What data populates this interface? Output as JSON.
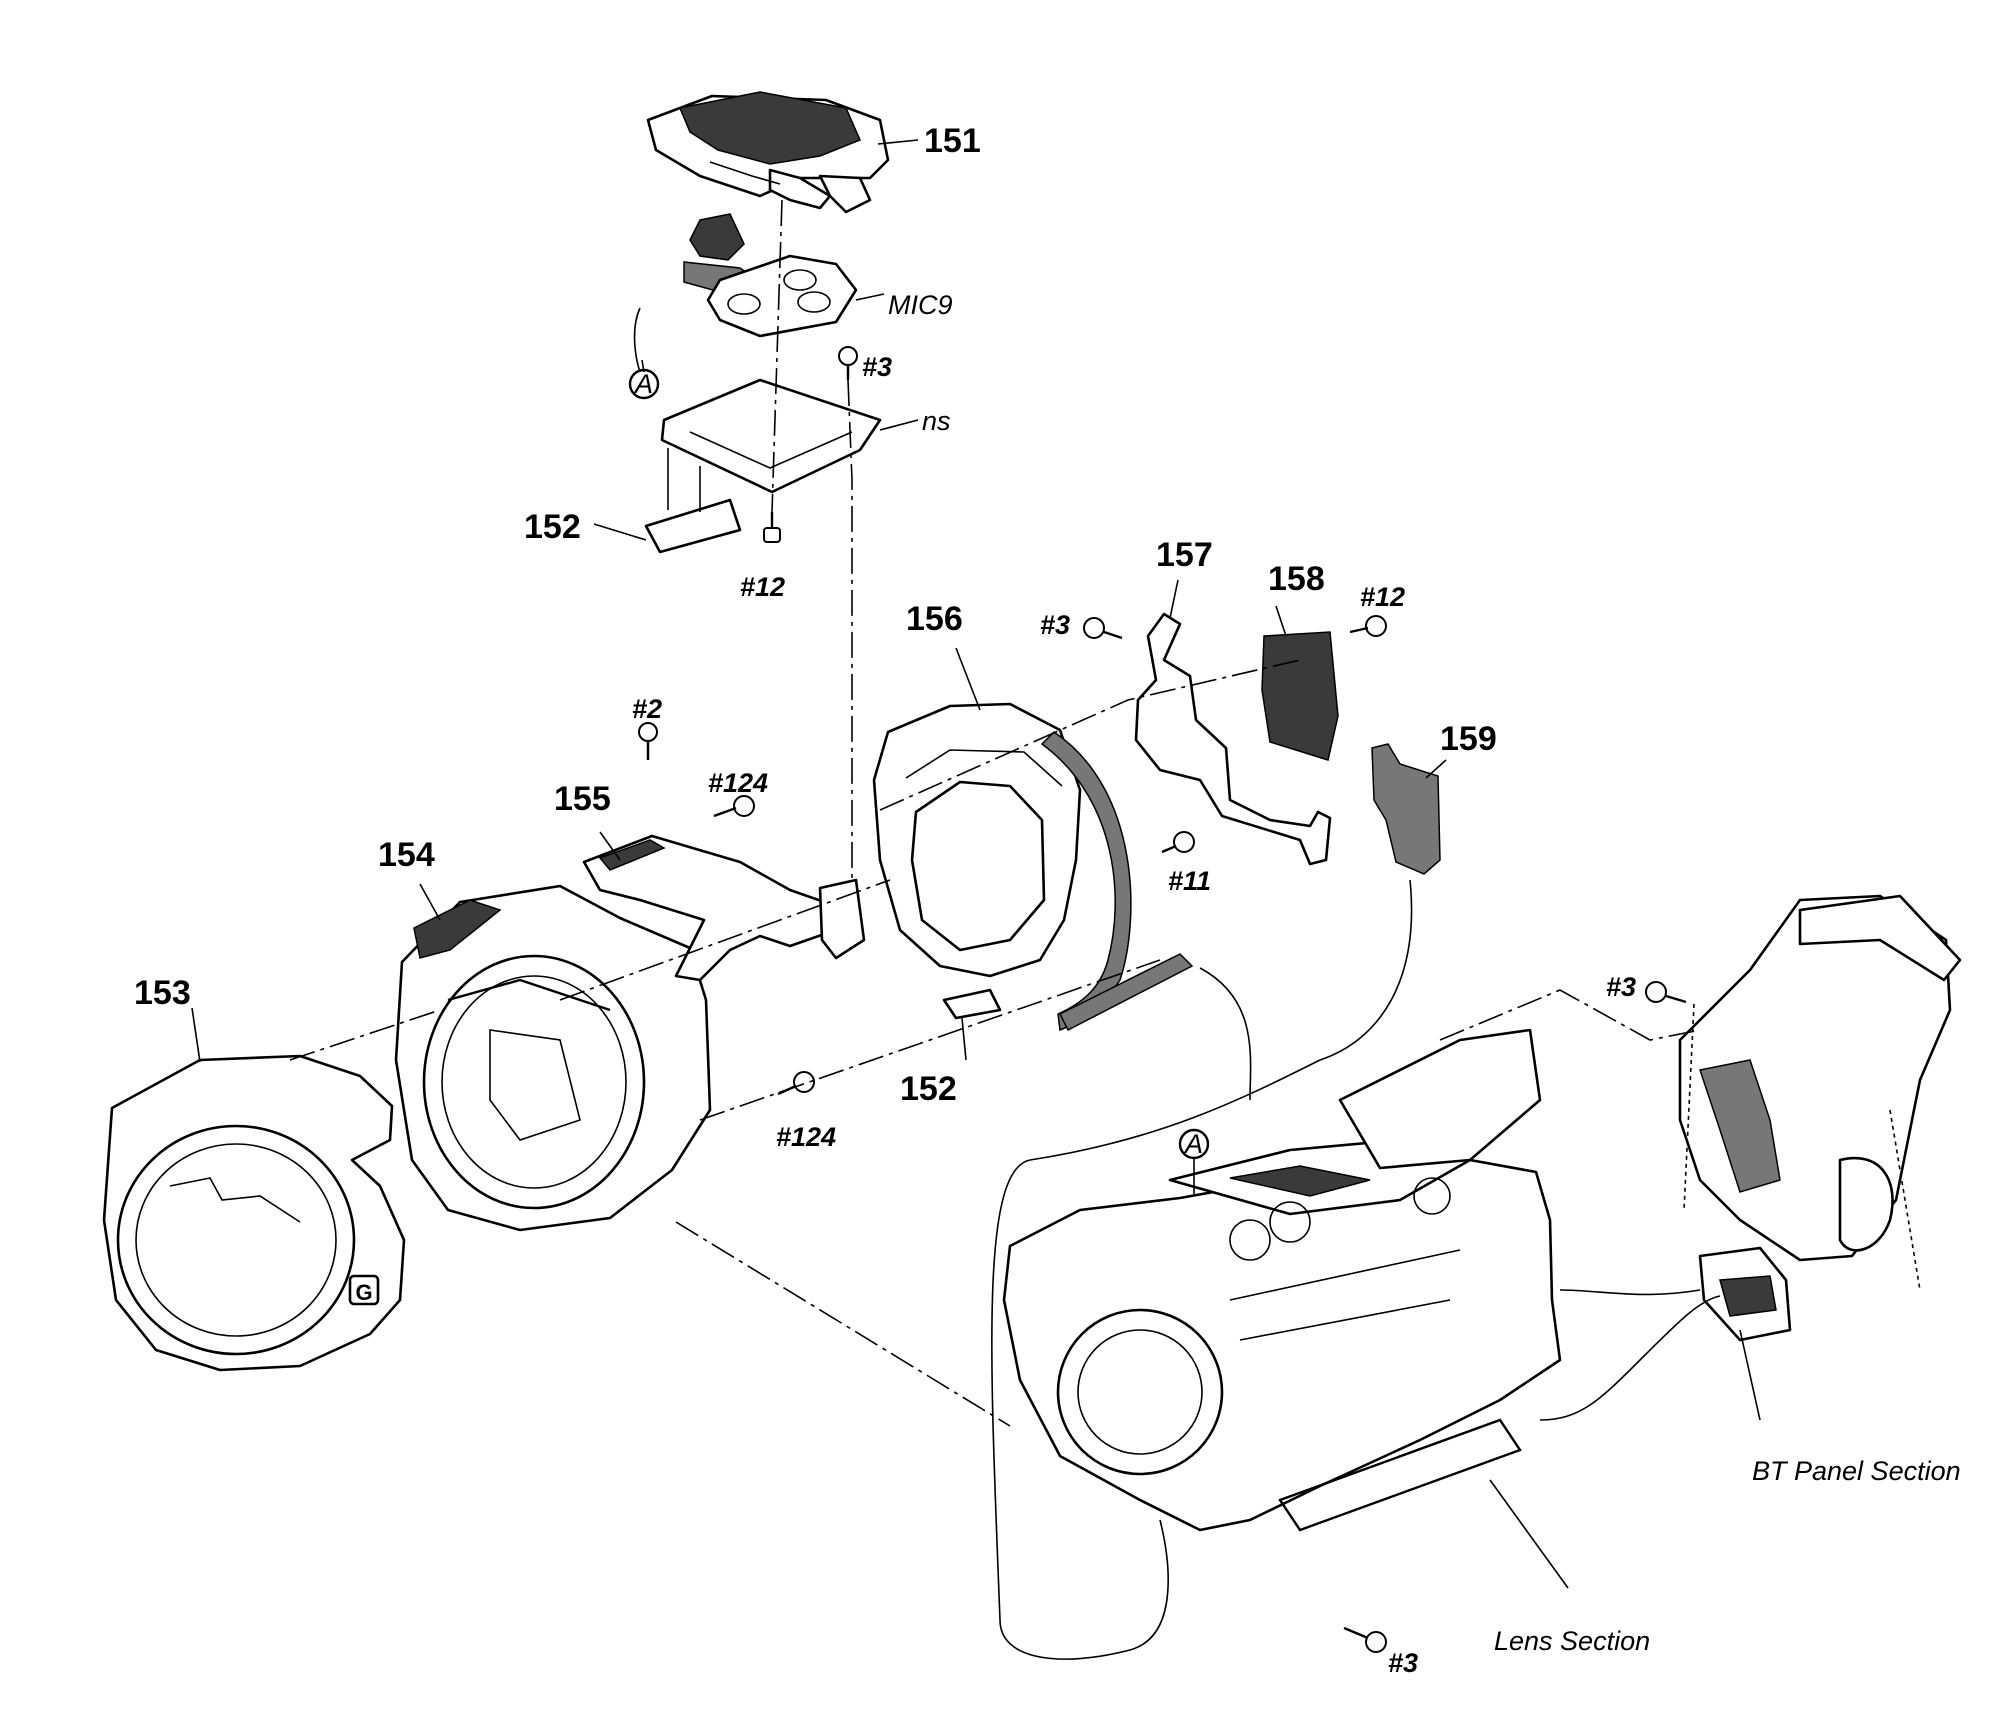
{
  "part_numbers": {
    "p151": "151",
    "p152_top": "152",
    "p152_mid": "152",
    "p153": "153",
    "p154": "154",
    "p155": "155",
    "p156": "156",
    "p157": "157",
    "p158": "158",
    "p159": "159"
  },
  "screw_refs": {
    "s3_top": "#3",
    "s12_top": "#12",
    "s2": "#2",
    "s124_top": "#124",
    "s124_bottom": "#124",
    "s11": "#11",
    "s3_157": "#3",
    "s12_158": "#12",
    "s3_bt": "#3",
    "s3_bottom": "#3"
  },
  "labels": {
    "mic": "MIC9",
    "ns": "ns",
    "bt_panel": "BT Panel Section",
    "lens_section": "Lens Section"
  },
  "markers": {
    "a_top": "A",
    "a_main": "A"
  },
  "logo_letter": "G"
}
